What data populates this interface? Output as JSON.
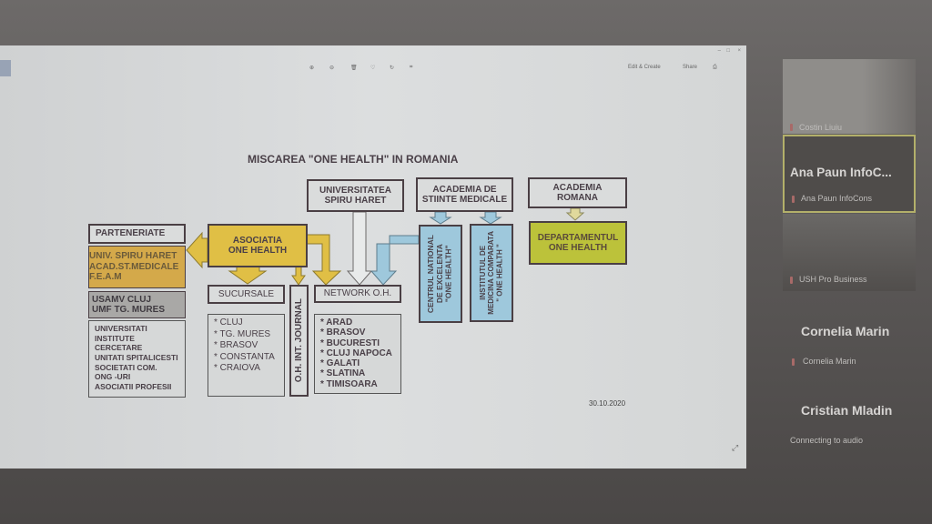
{
  "viewer": {
    "toolbar": {
      "edit_create": "Edit & Create",
      "share": "Share"
    }
  },
  "diagram": {
    "title": "MISCAREA \"ONE HEALTH\" IN ROMANIA",
    "parteneriate": "PARTENERIATE",
    "partners_orange": [
      "UNIV. SPIRU HARET",
      "ACAD.ST.MEDICALE",
      "F.E.A.M"
    ],
    "partners_grey": [
      "USAMV CLUJ",
      "UMF TG. MURES"
    ],
    "partners_list": [
      "UNIVERSITATI",
      "INSTITUTE CERCETARE",
      "UNITATI SPITALICESTI",
      "SOCIETATI COM.",
      "ONG -URI",
      "ASOCIATII PROFESII"
    ],
    "asociatia": [
      "ASOCIATIA",
      "ONE HEALTH"
    ],
    "sucursale": "SUCURSALE",
    "sucursale_list": [
      "* CLUJ",
      "* TG. MURES",
      "* BRASOV",
      "* CONSTANTA",
      "* CRAIOVA"
    ],
    "journal": "O.H. INT. JOURNAL",
    "network": "NETWORK O.H.",
    "network_list": [
      "* ARAD",
      "* BRASOV",
      "* BUCURESTI",
      "* CLUJ NAPOCA",
      "* GALATI",
      "* SLATINA",
      "* TIMISOARA"
    ],
    "universitatea": [
      "UNIVERSITATEA",
      "SPIRU HARET"
    ],
    "academia_med": [
      "ACADEMIA DE",
      "STIINTE MEDICALE"
    ],
    "centrul": [
      "CENTRUL NATIONAL",
      "DE EXCELENTA",
      "\"ONE HEALTH\""
    ],
    "institutul": [
      "INSTITUTUL DE",
      "MEDICINA COMPARATA",
      "\" ONE HEALTH \""
    ],
    "academia_romana": [
      "ACADEMIA",
      "ROMANA"
    ],
    "departamentul": [
      "DEPARTAMENTUL",
      "ONE HEALTH"
    ],
    "date": "30.10.2020"
  },
  "participants": [
    {
      "label": "Costin Liuiu"
    },
    {
      "big": "Ana Paun InfoC...",
      "label": "Ana Paun InfoCons"
    },
    {
      "label": "USH Pro Business"
    },
    {
      "big": "Cornelia Marin",
      "label": "Cornelia Marin"
    },
    {
      "big": "Cristian Mladin",
      "label": "Connecting to audio"
    }
  ]
}
